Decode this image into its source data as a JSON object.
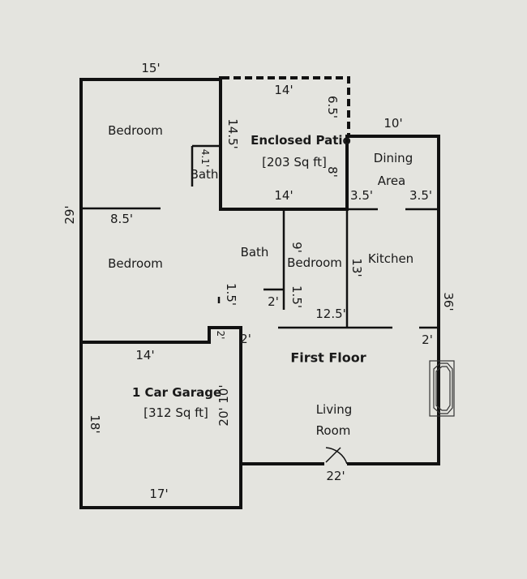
{
  "title": "First Floor",
  "rooms": {
    "bedroom1": "Bedroom",
    "bedroom2": "Bedroom",
    "bedroom3": "Bedroom",
    "bath1": "Bath",
    "bath2": "Bath",
    "patio": "Enclosed Patio",
    "patio_area": "[203 Sq ft]",
    "dining1": "Dining",
    "dining2": "Area",
    "kitchen": "Kitchen",
    "garage": "1 Car Garage",
    "garage_area": "[312 Sq ft]",
    "living1": "Living",
    "living2": "Room"
  },
  "dims": {
    "top_15": "15'",
    "patio_top_14": "14'",
    "patio_6_5": "6.5'",
    "dining_10": "10'",
    "patio_14_5": "14.5'",
    "patio_8": "8'",
    "patio_bottom_14": "14'",
    "bath_4_1": "4.1'",
    "dining_3_5a": "3.5'",
    "dining_3_5b": "3.5'",
    "left_29": "29'",
    "bedroom_8_5": "8.5'",
    "bedroom_9": "9'",
    "kitchen_13": "13'",
    "bath_1_5": "1.5'",
    "bed_1_5": "1.5'",
    "bath_2": "2'",
    "kitchen_12_5": "12.5'",
    "right_36": "36'",
    "step_2": "2'",
    "hall_2": "2'",
    "right_2": "2'",
    "garage_14": "14'",
    "garage_18": "18'",
    "garage_20_10": "20' 10'",
    "garage_17": "17'",
    "living_22": "22'"
  }
}
